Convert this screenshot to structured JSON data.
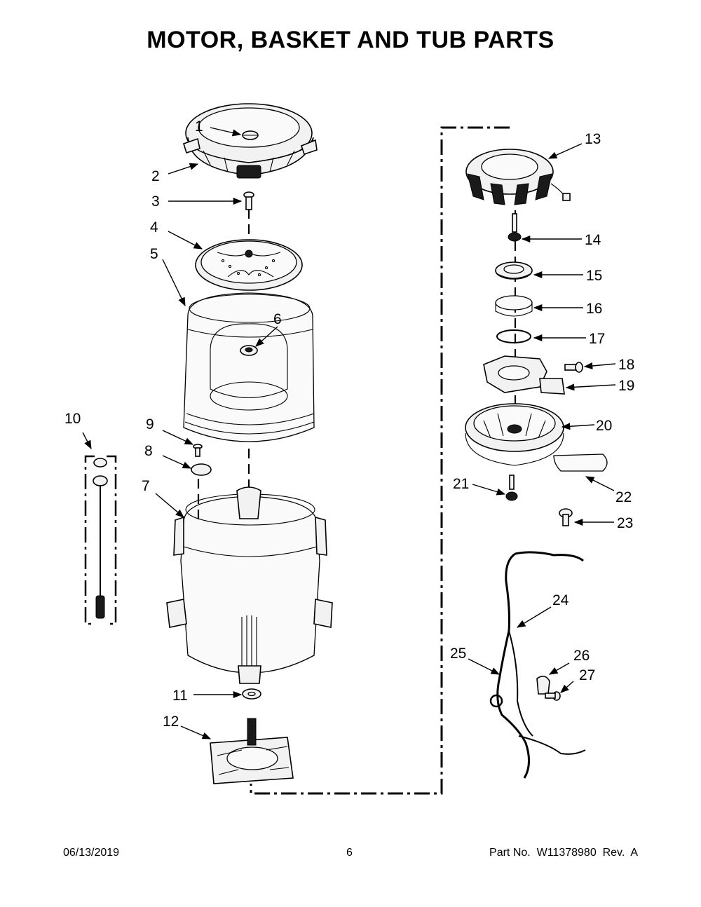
{
  "title": "MOTOR, BASKET AND TUB PARTS",
  "callouts": [
    "1",
    "2",
    "3",
    "4",
    "5",
    "6",
    "7",
    "8",
    "9",
    "10",
    "11",
    "12",
    "13",
    "14",
    "15",
    "16",
    "17",
    "18",
    "19",
    "20",
    "21",
    "22",
    "23",
    "24",
    "25",
    "26",
    "27"
  ],
  "footer": {
    "date": "06/13/2019",
    "page": "6",
    "part": "Part No.  W11378980  Rev.  A"
  }
}
